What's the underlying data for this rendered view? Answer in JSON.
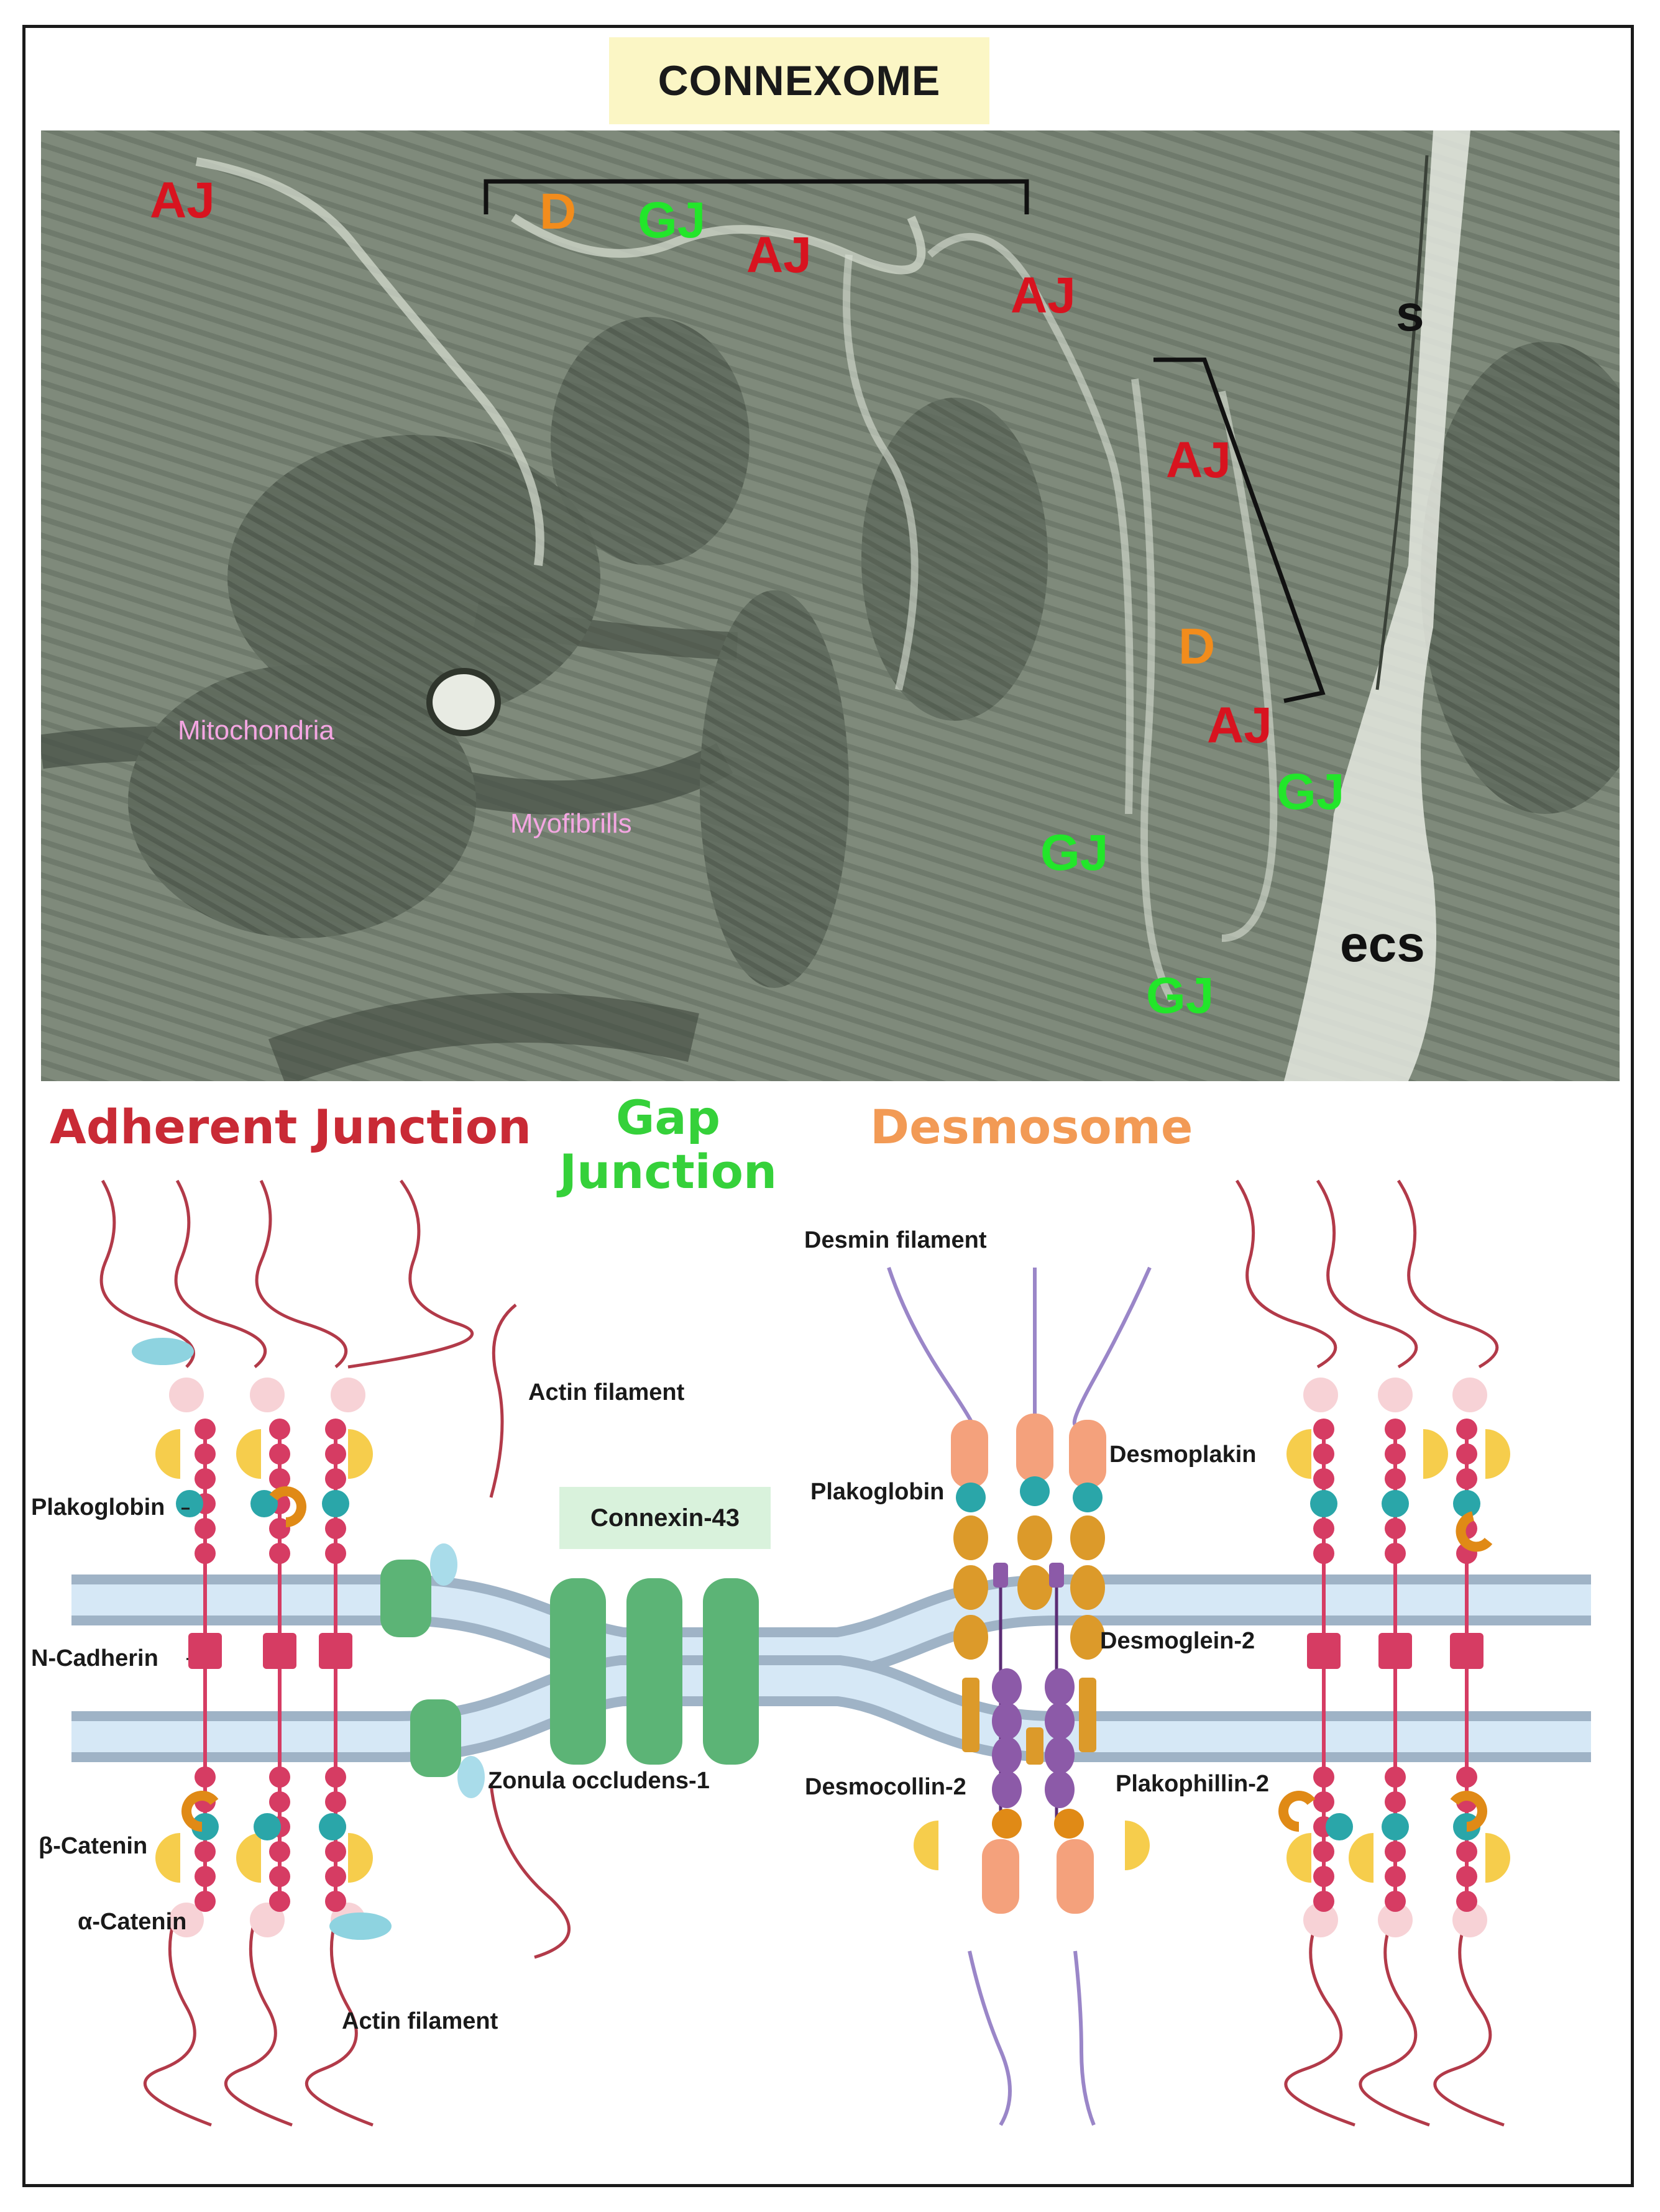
{
  "title": "CONNEXOME",
  "micrograph": {
    "labels": [
      {
        "text": "AJ",
        "color": "#d8131f"
      },
      {
        "text": "D",
        "color": "#f28c1c"
      },
      {
        "text": "GJ",
        "color": "#22e62a"
      },
      {
        "text": "AJ",
        "color": "#d8131f"
      },
      {
        "text": "AJ",
        "color": "#d8131f"
      },
      {
        "text": "s",
        "color": "#111111"
      },
      {
        "text": "AJ",
        "color": "#d8131f"
      },
      {
        "text": "D",
        "color": "#f28c1c"
      },
      {
        "text": "AJ",
        "color": "#d8131f"
      },
      {
        "text": "GJ",
        "color": "#22e62a"
      },
      {
        "text": "GJ",
        "color": "#22e62a"
      },
      {
        "text": "ecs",
        "color": "#111111"
      },
      {
        "text": "GJ",
        "color": "#22e62a"
      }
    ],
    "mitochondria_label": "Mitochondria",
    "myofibrils_label": "Myofibrills",
    "organelle_label_color": "#f4a6e2"
  },
  "legend": {
    "adherent_junction": "Adherent Junction",
    "gap_junction_line1": "Gap",
    "gap_junction_line2": "Junction",
    "desmosome": "Desmosome"
  },
  "diagram_labels": {
    "plakoglobin_left": "Plakoglobin",
    "n_cadherin": "N-Cadherin",
    "beta_catenin": "β-Catenin",
    "alpha_catenin": "α-Catenin",
    "actin_filament_bottom": "Actin filament",
    "actin_filament_top": "Actin filament",
    "connexin": "Connexin-43",
    "zonula": "Zonula occludens-1",
    "desmin": "Desmin filament",
    "plakoglobin_right": "Plakoglobin",
    "desmoplakin": "Desmoplakin",
    "desmoglein": "Desmoglein-2",
    "desmocollin": "Desmocollin-2",
    "plakophillin": "Plakophillin-2"
  },
  "colors": {
    "membrane_outer": "#9fb3c6",
    "membrane_inner": "#d6e8f6",
    "cadherin": "#d63c63",
    "actin": "#b23a49",
    "connexin": "#5cb476",
    "catenin_yellow": "#f6cd4c",
    "plakoglobin_teal": "#2aa6a9",
    "desmoplakin_salmon": "#f4a17c",
    "desmoglein_gold": "#dc9a2a",
    "desmocollin_purple": "#8c5aa8",
    "desmin": "#9a86c8"
  }
}
